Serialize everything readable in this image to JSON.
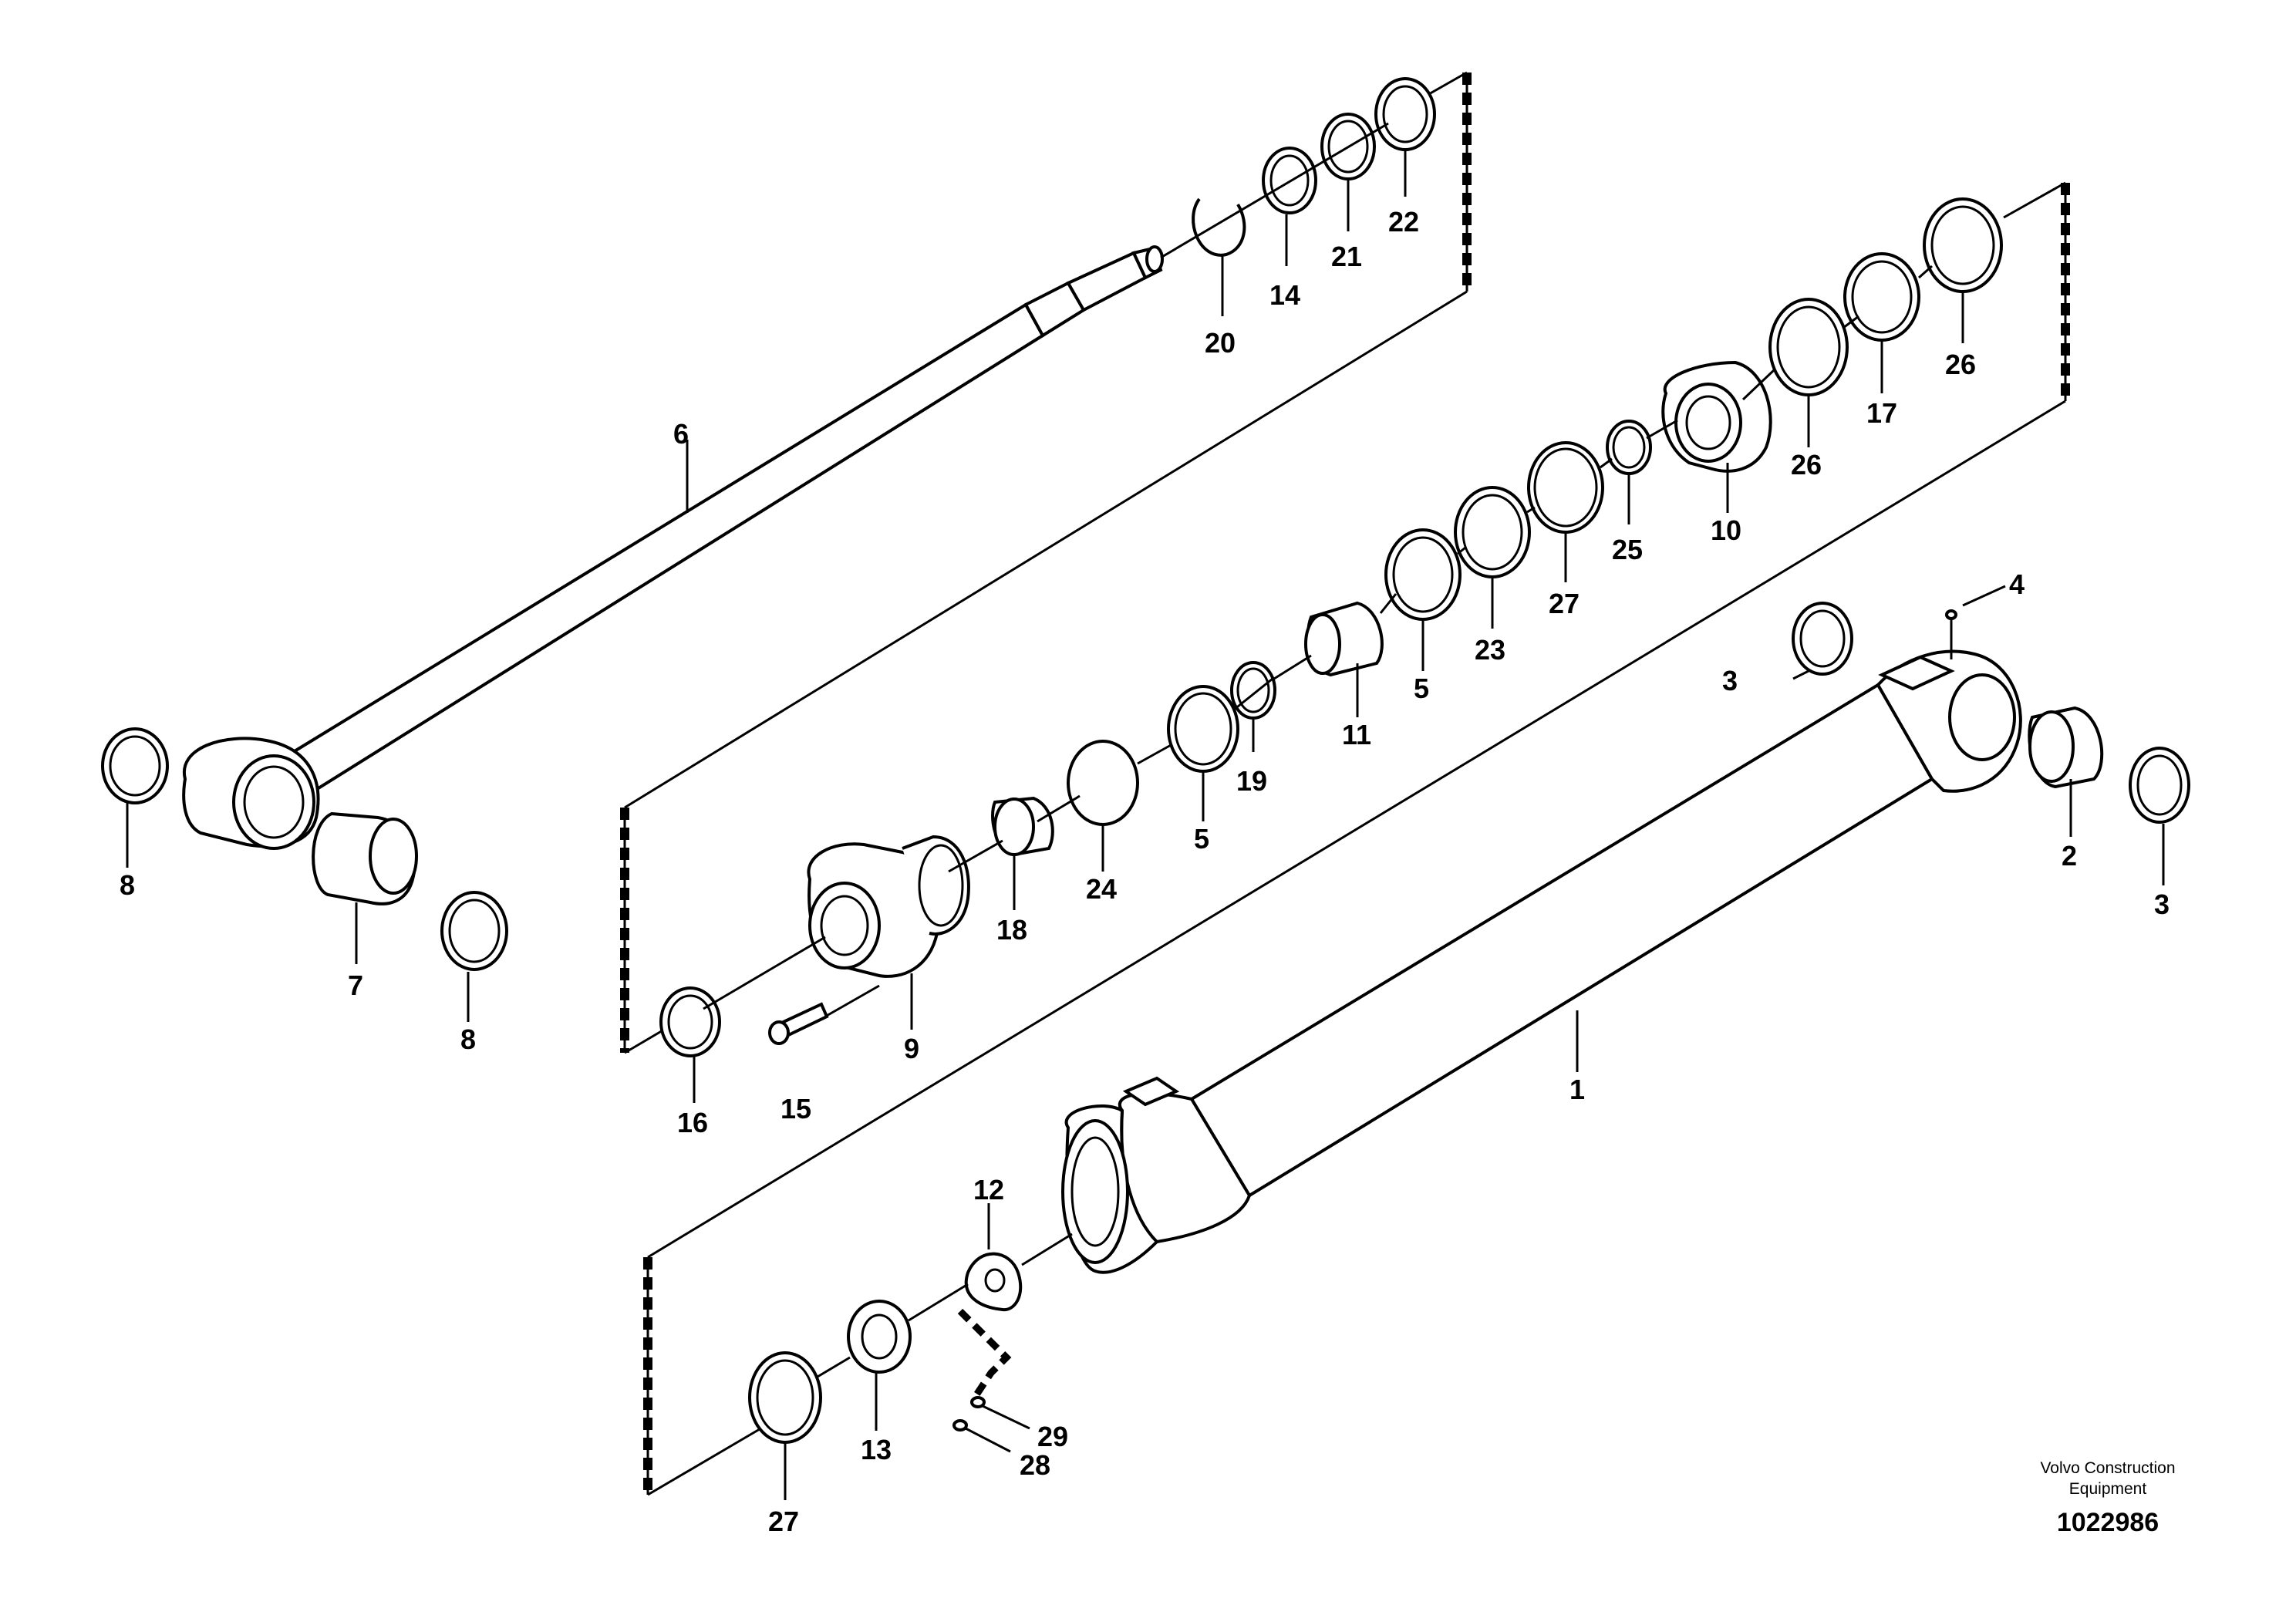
{
  "drawing": {
    "brand_line1": "Volvo Construction",
    "brand_line2": "Equipment",
    "drawing_number": "1022986"
  },
  "callouts": {
    "c1": "1",
    "c2": "2",
    "c3a": "3",
    "c3b": "3",
    "c4": "4",
    "c5a": "5",
    "c5b": "5",
    "c6": "6",
    "c7": "7",
    "c8a": "8",
    "c8b": "8",
    "c9": "9",
    "c10": "10",
    "c11": "11",
    "c12": "12",
    "c13": "13",
    "c14": "14",
    "c15": "15",
    "c16": "16",
    "c17": "17",
    "c18": "18",
    "c19": "19",
    "c20": "20",
    "c21": "21",
    "c22": "22",
    "c23": "23",
    "c24": "24",
    "c25": "25",
    "c26a": "26",
    "c26b": "26",
    "c27a": "27",
    "c27b": "27",
    "c28": "28",
    "c29": "29"
  }
}
